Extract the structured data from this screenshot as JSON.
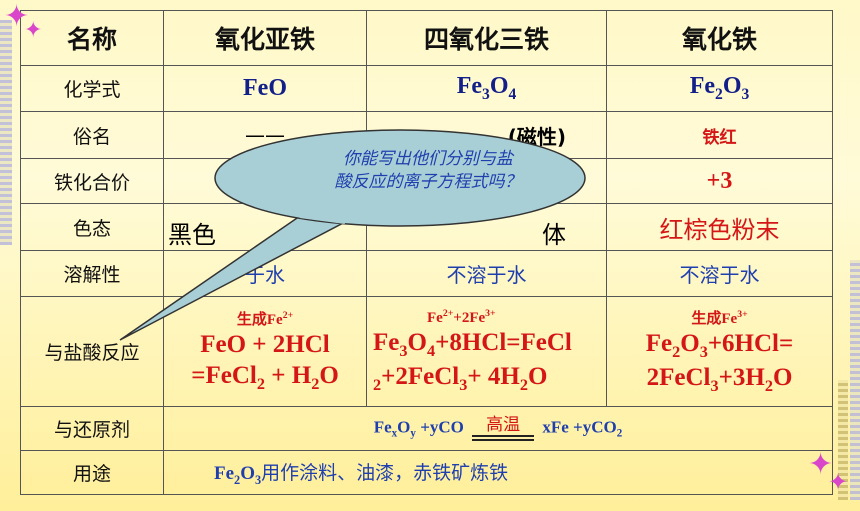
{
  "headers": {
    "c0": "名称",
    "c1": "氧化亚铁",
    "c2": "四氧化三铁",
    "c3": "氧化铁"
  },
  "labels": {
    "formula": "化学式",
    "common": "俗名",
    "valence": "铁化合价",
    "color": "色态",
    "solubility": "溶解性",
    "hcl": "与盐酸反应",
    "reducer": "与还原剂",
    "use": "用途"
  },
  "formula": {
    "feo": "FeO",
    "fe3o4": {
      "a": "Fe",
      "b": "3",
      "c": "O",
      "d": "4"
    },
    "fe2o3": {
      "a": "Fe",
      "b": "2",
      "c": "O",
      "d": "3"
    }
  },
  "common": {
    "feo": "——",
    "fe3o4": "(磁性)",
    "fe2o3": "铁红"
  },
  "valence": {
    "fe2o3": "+3"
  },
  "color": {
    "feo": "黑色",
    "fe3o4": "体",
    "fe2o3": "红棕色粉末"
  },
  "solubility": {
    "feo": "于水",
    "fe3o4": "不溶于水",
    "fe2o3": "不溶于水"
  },
  "hcl": {
    "feo": {
      "note": "生成Fe",
      "note_sup": "2+",
      "l1": "FeO + 2HCl",
      "l2a": "=FeCl",
      "l2b": "2",
      "l2c": " + H",
      "l2d": "2",
      "l2e": "O"
    },
    "fe3o4": {
      "n1": "Fe",
      "n1s": "2+",
      "n2": "+2Fe",
      "n2s": "3+",
      "l1a": "Fe",
      "l1b": "3",
      "l1c": "O",
      "l1d": "4",
      "l1e": "+8HCl=FeCl",
      "l2a": "2",
      "l2b": "+2FeCl",
      "l2c": "3",
      "l2d": "+ 4H",
      "l2e": "2",
      "l2f": "O"
    },
    "fe2o3": {
      "note": "生成Fe",
      "note_sup": "3+",
      "l1a": "Fe",
      "l1b": "2",
      "l1c": "O",
      "l1d": "3",
      "l1e": "+6HCl=",
      "l2a": "2FeCl",
      "l2b": "3",
      "l2c": "+3H",
      "l2d": "2",
      "l2e": "O"
    }
  },
  "reducer": {
    "condition": "高温",
    "a": "Fe",
    "b": "x",
    "c": "O",
    "d": "y",
    "e": " +yCO ",
    "f": " xFe +yCO",
    "g": "2"
  },
  "use": {
    "a": "Fe",
    "b": "2",
    "c": "O",
    "d": "3",
    "e": "用作涂料、油漆，赤铁矿炼铁"
  },
  "callout": {
    "line1": "你能写出他们分别与盐",
    "line2": "酸反应的离子方程式吗？"
  },
  "colors": {
    "navy": "#14208a",
    "red": "#d41616",
    "blue": "#1f3fae",
    "bubble": "#a9cfd6"
  }
}
